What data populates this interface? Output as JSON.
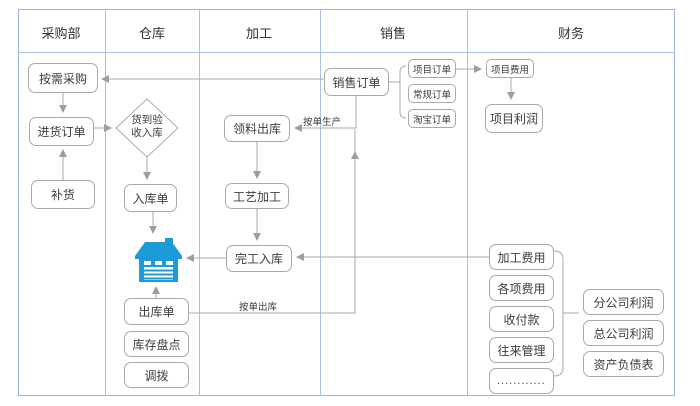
{
  "lanes": [
    {
      "label": "采购部"
    },
    {
      "label": "仓库"
    },
    {
      "label": "加工"
    },
    {
      "label": "销售"
    },
    {
      "label": "财务"
    }
  ],
  "nodes": {
    "demand_purchase": {
      "label": "按需采购"
    },
    "purchase_order": {
      "label": "进货订单"
    },
    "replenishment": {
      "label": "补货"
    },
    "arrival_inspection": {
      "label_line1": "货到验",
      "label_line2": "收入库"
    },
    "inbound_receipt": {
      "label": "入库单"
    },
    "outbound_receipt": {
      "label": "出库单"
    },
    "stock_count": {
      "label": "库存盘点"
    },
    "transfer": {
      "label": "调拨"
    },
    "material_outbound": {
      "label": "领料出库"
    },
    "process_machining": {
      "label": "工艺加工"
    },
    "finished_inbound": {
      "label": "完工入库"
    },
    "sales_order": {
      "label": "销售订单"
    },
    "project_order": {
      "label": "项目订单"
    },
    "regular_order": {
      "label": "常规订单"
    },
    "taobao_order": {
      "label": "淘宝订单"
    },
    "project_expense": {
      "label": "项目费用"
    },
    "project_profit": {
      "label": "项目利润"
    },
    "processing_expense": {
      "label": "加工费用"
    },
    "misc_expense": {
      "label": "各项费用"
    },
    "payments": {
      "label": "收付款"
    },
    "transactions_mgmt": {
      "label": "往来管理"
    },
    "ellipsis": {
      "label": "............"
    },
    "branch_profit": {
      "label": "分公司利润"
    },
    "hq_profit": {
      "label": "总公司利润"
    },
    "balance_sheet": {
      "label": "资产负债表"
    }
  },
  "edge_labels": {
    "produce_by_order": "按单生产",
    "outbound_by_order": "按单出库"
  },
  "icons": {
    "warehouse": "warehouse-building-icon"
  },
  "colors": {
    "lane_border": "#a9c0e4",
    "box_border": "#a9a9a9",
    "connector": "#a8a8a8",
    "icon_blue": "#1d9bd8",
    "text": "#3d3d3d"
  }
}
